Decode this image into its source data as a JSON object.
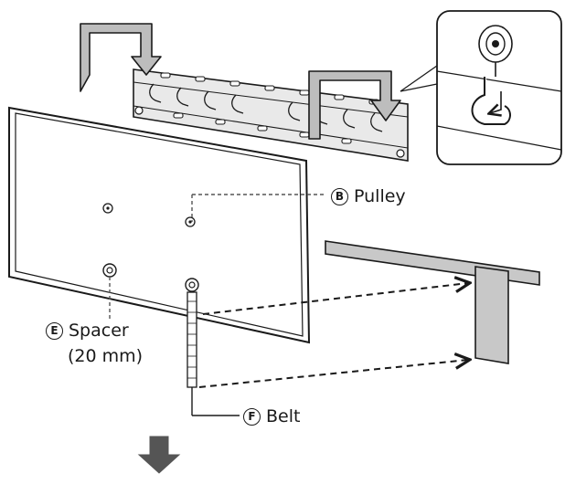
{
  "labels": {
    "pulley": {
      "letter": "B",
      "text": "Pulley"
    },
    "spacer": {
      "letter": "E",
      "text": "Spacer",
      "subtext": "(20 mm)"
    },
    "belt": {
      "letter": "F",
      "text": "Belt"
    }
  },
  "colors": {
    "line": "#1a1a1a",
    "panel_fill": "#ffffff",
    "bracket_fill": "#e9e9e9",
    "strap_fill": "#c8c8c8",
    "dashed": "#555555"
  }
}
